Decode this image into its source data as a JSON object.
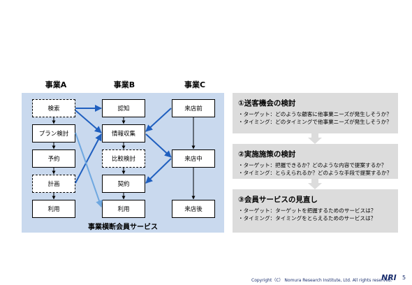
{
  "headers": {
    "a": "事業A",
    "b": "事業B",
    "c": "事業C"
  },
  "nodes": {
    "a1": "検索",
    "a2": "プラン検討",
    "a3": "予約",
    "a4": "計画",
    "a5": "利用",
    "b1": "認知",
    "b2": "情報収集",
    "b3": "比較検討",
    "b4": "契約",
    "b5": "利用",
    "c1": "来店前",
    "c2": "来店中",
    "c3": "来店後"
  },
  "footer_label": "事業横断会員サービス",
  "panels": [
    {
      "title": "①送客機会の検討",
      "lines": [
        "・ターゲット：どのような顧客に他事業ニーズが発生しそうか？",
        "・タイミング：どのタイミングで他事業ニーズが発生しそうか？"
      ]
    },
    {
      "title": "②実施施策の検討",
      "lines": [
        "・ターゲット：把握できるか？どのような内容で提案するか？",
        "・タイミング：とらえられるか？どのような手段で提案するか？"
      ]
    },
    {
      "title": "③会員サービスの見直し",
      "lines": [
        "・ターゲット：ターゲットを把握するためのサービスは？",
        "・タイミング：タイミングをとらえるためのサービスは？"
      ]
    }
  ],
  "footer": {
    "copyright": "Copyright（C） Nomura Research Institute, Ltd. All rights reserved.",
    "logo": "NRI",
    "page": "5"
  },
  "colors": {
    "background_band": "#c9d9ee",
    "panel": "#dcdcdc",
    "arrow_blue": "#1f5fbf",
    "arrow_light": "#6fa8e0"
  }
}
